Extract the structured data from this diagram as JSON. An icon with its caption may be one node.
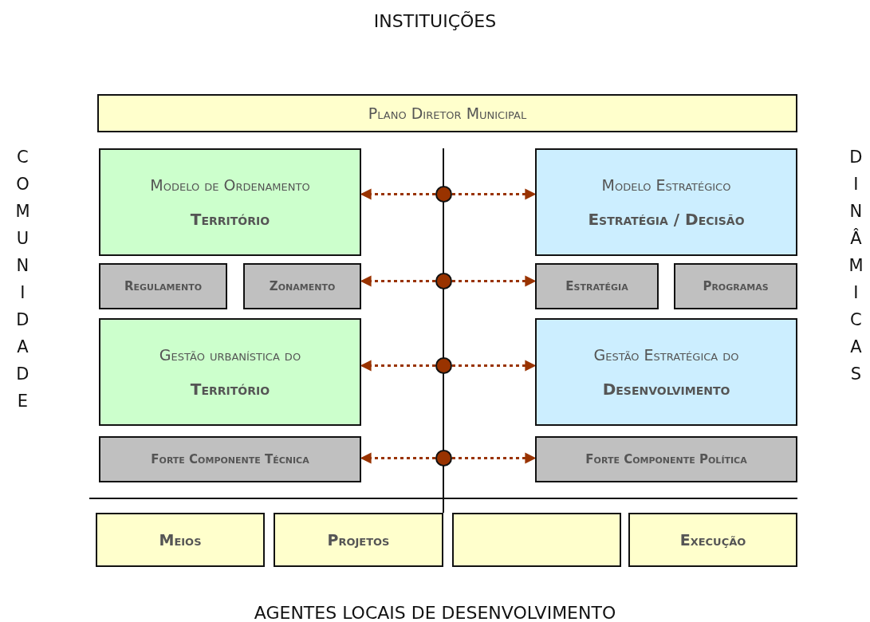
{
  "diagram": {
    "nodes": [
      {
        "text": [
          "Plano Diretor Municipal"
        ]
      },
      {
        "text": [
          "Modelo de Ordenamento",
          "Território"
        ]
      },
      {
        "text": [
          "Modelo Estratégico",
          "Estratégia / Decisão"
        ]
      },
      {
        "text": [
          "Regulamento"
        ]
      },
      {
        "text": [
          "Zonamento"
        ]
      },
      {
        "text": [
          "Estratégia"
        ]
      },
      {
        "text": [
          "Programas"
        ]
      },
      {
        "text": [
          "Gestão urbanística do",
          "Território"
        ]
      },
      {
        "text": [
          "Gestão Estratégica do",
          "Desenvolvimento"
        ]
      },
      {
        "text": [
          "Forte Componente Técnica"
        ]
      },
      {
        "text": [
          "Forte Componente Política"
        ]
      },
      {
        "text": [
          "Meios"
        ]
      },
      {
        "text": [
          "Projetos"
        ]
      },
      {
        "text": [],
        "shape": "box"
      },
      {
        "text": [
          "Execução"
        ]
      },
      {
        "text": [],
        "shape": "circle"
      },
      {
        "text": [],
        "shape": "circle"
      },
      {
        "text": [],
        "shape": "circle"
      },
      {
        "text": [],
        "shape": "circle"
      }
    ],
    "edges": [
      {
        "from": 15,
        "to": 1,
        "arrow": "to",
        "style": "dashed",
        "color": "#993300"
      },
      {
        "from": 15,
        "to": 2,
        "arrow": "to",
        "style": "dashed",
        "color": "#993300"
      },
      {
        "from": 16,
        "to": 4,
        "arrow": "to",
        "style": "dashed",
        "color": "#993300"
      },
      {
        "from": 16,
        "to": 5,
        "arrow": "to",
        "style": "dashed",
        "color": "#993300"
      },
      {
        "from": 17,
        "to": 7,
        "arrow": "to",
        "style": "dashed",
        "color": "#993300"
      },
      {
        "from": 17,
        "to": 8,
        "arrow": "to",
        "style": "dashed",
        "color": "#993300"
      },
      {
        "from": 18,
        "to": 9,
        "arrow": "to",
        "style": "dashed",
        "color": "#993300"
      },
      {
        "from": 18,
        "to": 10,
        "arrow": "to",
        "style": "dashed",
        "color": "#993300"
      }
    ],
    "labels": [
      "INSTITUIÇÕES",
      "COMUNIDADE",
      "DINÂMICAS",
      "AGENTES LOCAIS DE DESENVOLVIMENTO"
    ]
  }
}
